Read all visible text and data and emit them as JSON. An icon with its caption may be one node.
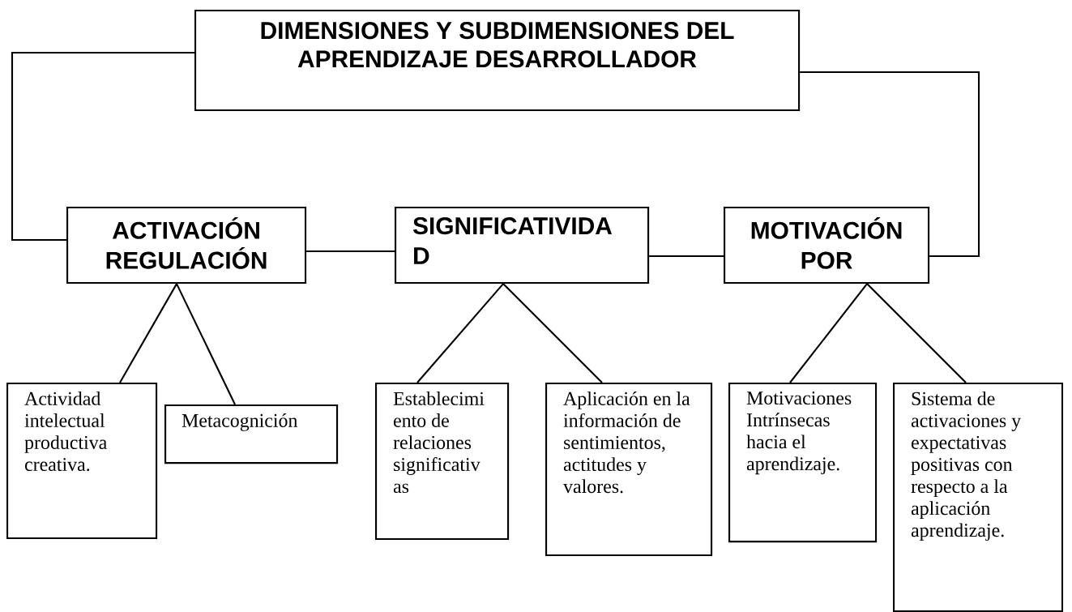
{
  "diagram": {
    "nodes": [
      {
        "text": [
          "DIMENSIONES Y SUBDIMENSIONES DEL APRENDIZAJE DESARROLLADOR"
        ]
      },
      {
        "text": [
          "ACTIVACIÓN REGULACIÓN"
        ]
      },
      {
        "text": [
          "SIGNIFICATIVIDA D"
        ]
      },
      {
        "text": [
          "MOTIVACIÓN POR"
        ]
      },
      {
        "text": [
          "Actividad intelectual productiva creativa."
        ]
      },
      {
        "text": [
          "Metacognición"
        ]
      },
      {
        "text": [
          "Establecimi ento de relaciones significativ as"
        ]
      },
      {
        "text": [
          "Aplicación en la información de sentimientos, actitudes y valores."
        ]
      },
      {
        "text": [
          "Motivaciones Intrínsecas hacia el aprendizaje."
        ]
      },
      {
        "text": [
          "Sistema de activaciones y expectativas positivas con respecto a la aplicación aprendizaje."
        ]
      }
    ],
    "edges": [
      {
        "from": 0,
        "to": 1,
        "arrow": "none"
      },
      {
        "from": 0,
        "to": 3,
        "arrow": "none"
      },
      {
        "from": 1,
        "to": 2,
        "arrow": "none"
      },
      {
        "from": 2,
        "to": 3,
        "arrow": "none"
      },
      {
        "from": 1,
        "to": 4,
        "arrow": "none"
      },
      {
        "from": 1,
        "to": 5,
        "arrow": "none"
      },
      {
        "from": 2,
        "to": 6,
        "arrow": "none"
      },
      {
        "from": 2,
        "to": 7,
        "arrow": "none"
      },
      {
        "from": 3,
        "to": 8,
        "arrow": "none"
      },
      {
        "from": 3,
        "to": 9,
        "arrow": "none"
      }
    ]
  }
}
